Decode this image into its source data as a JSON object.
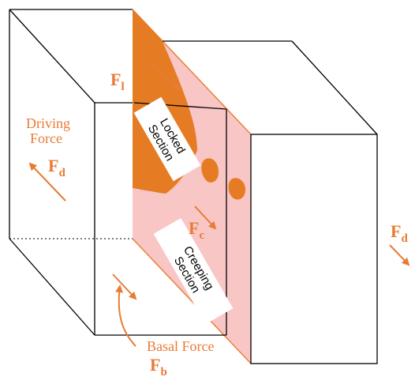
{
  "labels": {
    "driving_force": [
      "Driving",
      "Force"
    ],
    "basal_force": "Basal Force",
    "locked_section": [
      "Locked",
      "Section"
    ],
    "creeping_section": [
      "Creeping",
      "Section"
    ],
    "forces": {
      "f_l": {
        "main": "F",
        "sub": "l"
      },
      "f_d_left": {
        "main": "F",
        "sub": "d"
      },
      "f_c": {
        "main": "F",
        "sub": "c"
      },
      "f_d_right": {
        "main": "F",
        "sub": "d"
      },
      "f_b": {
        "main": "F",
        "sub": "b"
      }
    }
  },
  "colors": {
    "force_label": "#e87b35",
    "locked_patch": "#e57c24",
    "fault_plane": "#f9c6c6",
    "fault_edge": "#e8803a",
    "outline": "#000000",
    "section_box": "#ffffff"
  }
}
